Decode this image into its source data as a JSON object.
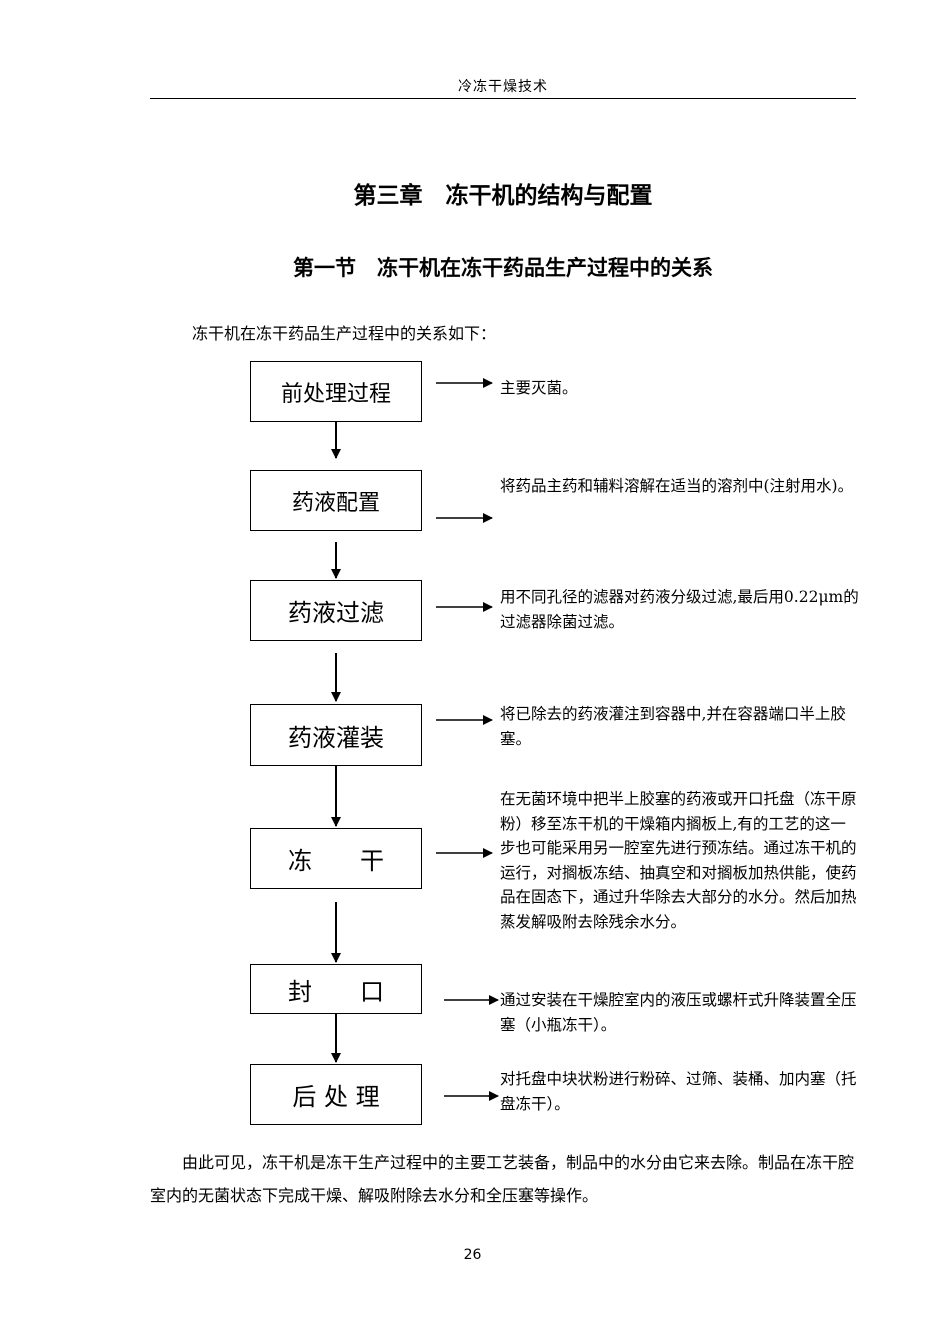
{
  "header": {
    "running_title": "冷冻干燥技术"
  },
  "chapter": {
    "title": "第三章　冻干机的结构与配置"
  },
  "section": {
    "title": "第一节　冻干机在冻干药品生产过程中的关系"
  },
  "intro": "冻干机在冻干药品生产过程中的关系如下：",
  "flow": {
    "steps": [
      {
        "label": "前处理过程",
        "note": "主要灭菌。"
      },
      {
        "label": "药液配置",
        "note": "将药品主药和辅料溶解在适当的溶剂中(注射用水)。"
      },
      {
        "label": "药液过滤",
        "note": "用不同孔径的滤器对药液分级过滤,最后用0.22μm的过滤器除菌过滤。"
      },
      {
        "label": "药液灌装",
        "note": "将已除去的药液灌注到容器中,并在容器端口半上胶塞。"
      },
      {
        "label": "冻　　干",
        "note": "在无菌环境中把半上胶塞的药液或开口托盘（冻干原粉）移至冻干机的干燥箱内搁板上,有的工艺的这一步也可能采用另一腔室先进行预冻结。通过冻干机的运行，对搁板冻结、抽真空和对搁板加热供能，使药品在固态下，通过升华除去大部分的水分。然后加热蒸发解吸附去除残余水分。"
      },
      {
        "label": "封　　口",
        "note": "通过安装在干燥腔室内的液压或螺杆式升降装置全压塞（小瓶冻干）。"
      },
      {
        "label": "后 处 理",
        "note": "对托盘中块状粉进行粉碎、过筛、装桶、加内塞（托盘冻干）。"
      }
    ]
  },
  "conclusion": "由此可见，冻干机是冻干生产过程中的主要工艺装备，制品中的水分由它来去除。制品在冻干腔室内的无菌状态下完成干燥、解吸附除去水分和全压塞等操作。",
  "footer": {
    "page_number": "26"
  }
}
